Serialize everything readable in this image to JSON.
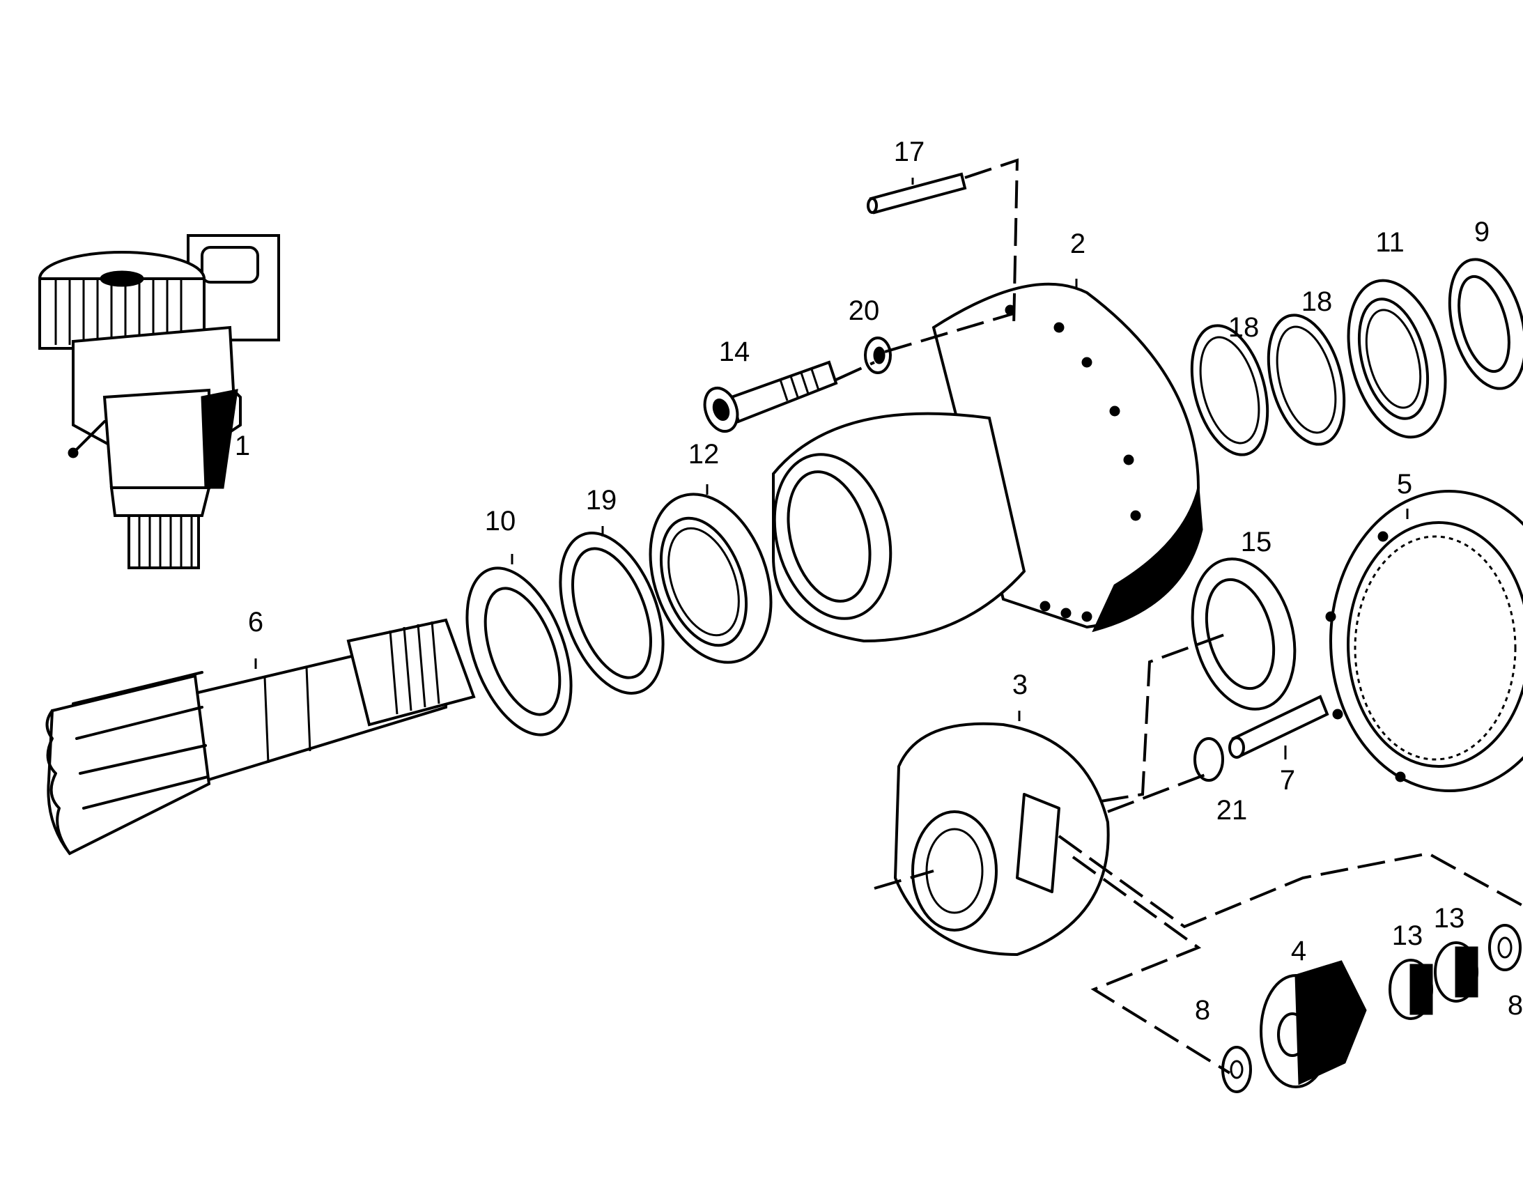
{
  "diagram": {
    "callouts": [
      {
        "id": "c1",
        "text": "1"
      },
      {
        "id": "c2",
        "text": "2"
      },
      {
        "id": "c3",
        "text": "3"
      },
      {
        "id": "c4",
        "text": "4"
      },
      {
        "id": "c5",
        "text": "5"
      },
      {
        "id": "c6",
        "text": "6"
      },
      {
        "id": "c7",
        "text": "7"
      },
      {
        "id": "c8a",
        "text": "8"
      },
      {
        "id": "c8b",
        "text": "8"
      },
      {
        "id": "c9",
        "text": "9"
      },
      {
        "id": "c10",
        "text": "10"
      },
      {
        "id": "c11",
        "text": "11"
      },
      {
        "id": "c12",
        "text": "12"
      },
      {
        "id": "c13a",
        "text": "13"
      },
      {
        "id": "c13b",
        "text": "13"
      },
      {
        "id": "c14",
        "text": "14"
      },
      {
        "id": "c15",
        "text": "15"
      },
      {
        "id": "c17",
        "text": "17"
      },
      {
        "id": "c18a",
        "text": "18"
      },
      {
        "id": "c18b",
        "text": "18"
      },
      {
        "id": "c19",
        "text": "19"
      },
      {
        "id": "c20",
        "text": "20"
      },
      {
        "id": "c21",
        "text": "21"
      }
    ]
  }
}
